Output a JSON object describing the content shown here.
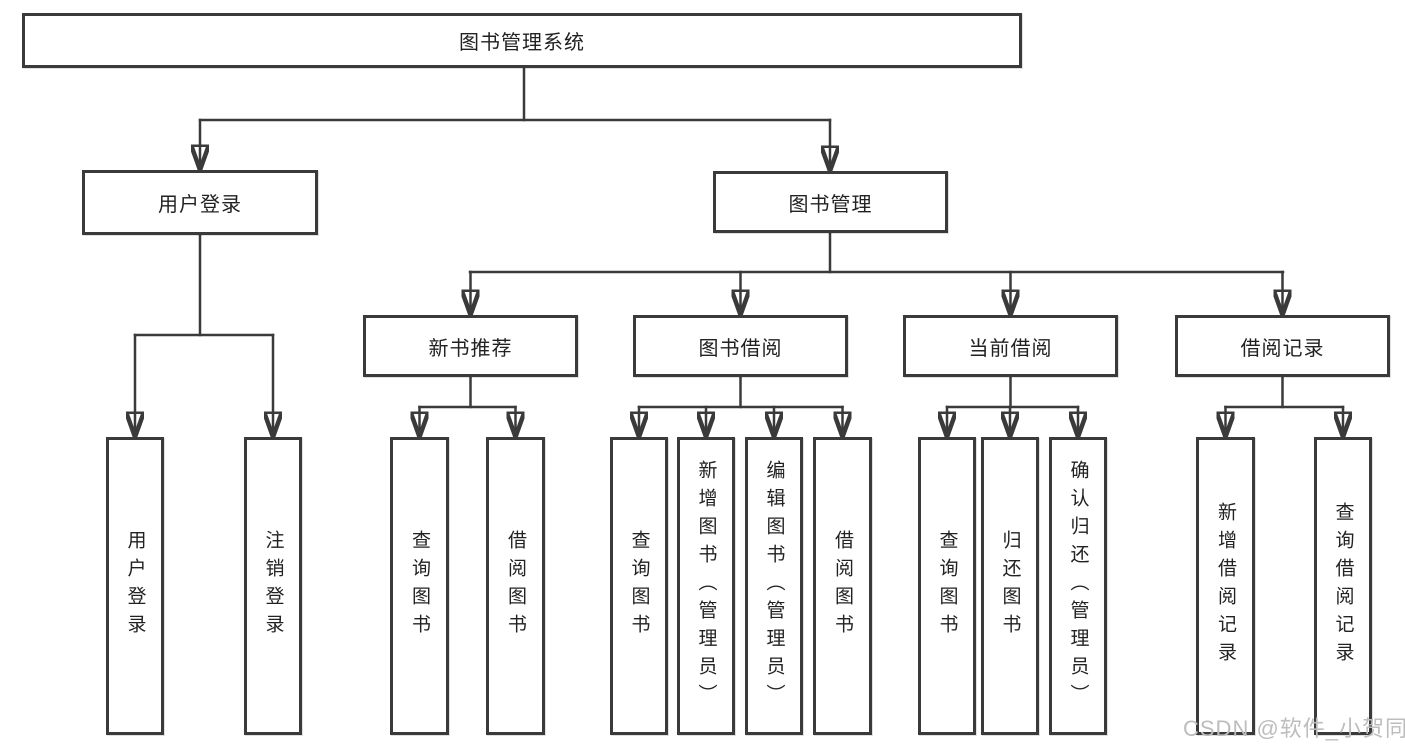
{
  "tree": {
    "label": "图书管理系统",
    "children": [
      {
        "label": "用户登录",
        "children": [
          {
            "label": "用户登录"
          },
          {
            "label": "注销登录"
          }
        ]
      },
      {
        "label": "图书管理",
        "children": [
          {
            "label": "新书推荐",
            "children": [
              {
                "label": "查询图书"
              },
              {
                "label": "借阅图书"
              }
            ]
          },
          {
            "label": "图书借阅",
            "children": [
              {
                "label": "查询图书"
              },
              {
                "label": "新增图书（管理员）"
              },
              {
                "label": "编辑图书（管理员）"
              },
              {
                "label": "借阅图书"
              }
            ]
          },
          {
            "label": "当前借阅",
            "children": [
              {
                "label": "查询图书"
              },
              {
                "label": "归还图书"
              },
              {
                "label": "确认归还（管理员）"
              }
            ]
          },
          {
            "label": "借阅记录",
            "children": [
              {
                "label": "新增借阅记录"
              },
              {
                "label": "查询借阅记录"
              }
            ]
          }
        ]
      }
    ]
  },
  "watermark": "CSDN @软件_小贺同学",
  "colors": {
    "line": "#3a3a3a",
    "box_border": "#3a3a3a",
    "text": "#222222",
    "watermark": "#bdbdbd",
    "background": "#ffffff"
  }
}
